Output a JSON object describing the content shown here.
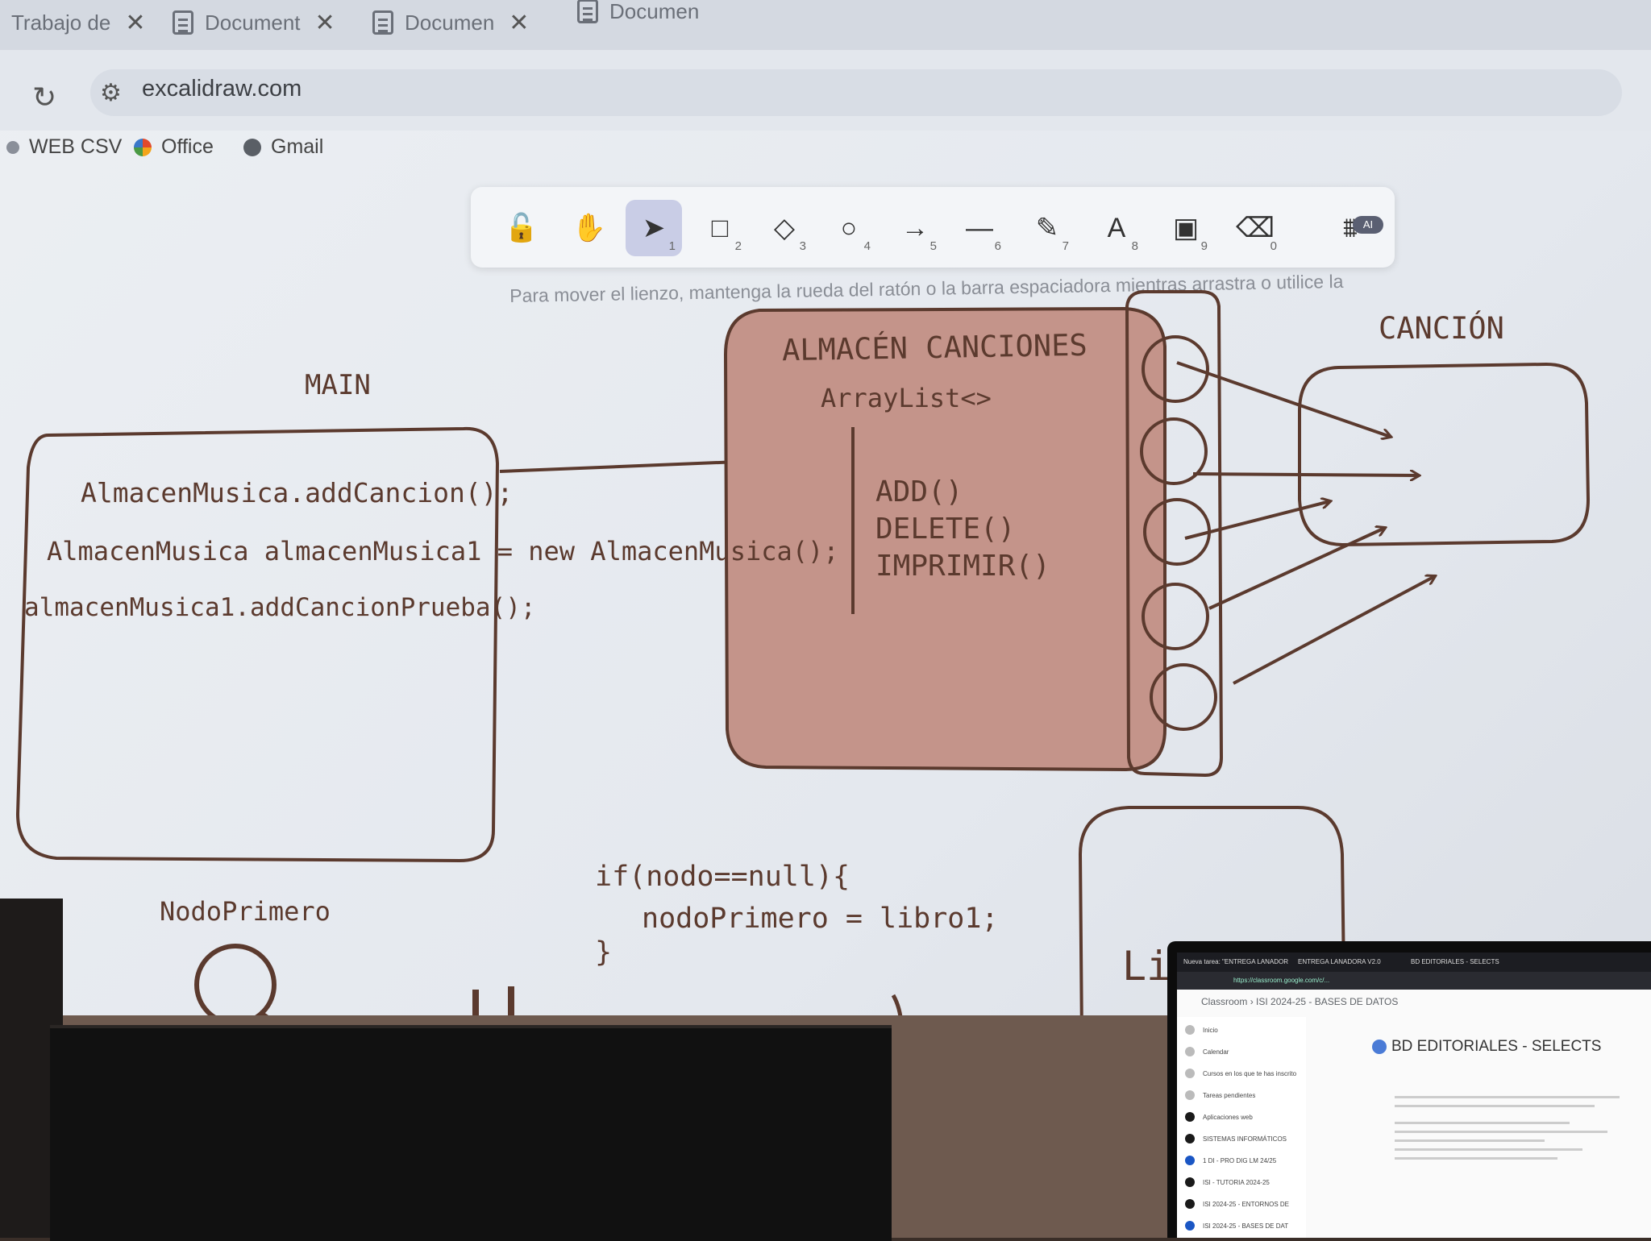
{
  "browser": {
    "tabs": [
      {
        "label": "Trabajo de"
      },
      {
        "label": "Document"
      },
      {
        "label": "Documen"
      },
      {
        "label": "Documen"
      }
    ],
    "url": "excalidraw.com",
    "bookmarks": [
      {
        "label": "WEB CSV"
      },
      {
        "label": "Office"
      },
      {
        "label": "Gmail"
      }
    ]
  },
  "toolbar": {
    "tools": [
      {
        "name": "lock",
        "glyph": "🔓",
        "key": ""
      },
      {
        "name": "hand",
        "glyph": "✋",
        "key": ""
      },
      {
        "name": "selection",
        "glyph": "➤",
        "key": "1"
      },
      {
        "name": "rectangle",
        "glyph": "□",
        "key": "2"
      },
      {
        "name": "diamond",
        "glyph": "◇",
        "key": "3"
      },
      {
        "name": "ellipse",
        "glyph": "○",
        "key": "4"
      },
      {
        "name": "arrow",
        "glyph": "→",
        "key": "5"
      },
      {
        "name": "line",
        "glyph": "—",
        "key": "6"
      },
      {
        "name": "draw",
        "glyph": "✎",
        "key": "7"
      },
      {
        "name": "text",
        "glyph": "A",
        "key": "8"
      },
      {
        "name": "image",
        "glyph": "▣",
        "key": "9"
      },
      {
        "name": "eraser",
        "glyph": "⌫",
        "key": "0"
      },
      {
        "name": "more-shapes",
        "glyph": "⩩",
        "key": ""
      }
    ],
    "ai_badge": "AI",
    "hint": "Para mover el lienzo, mantenga la rueda del ratón o la barra espaciadora mientras arrastra o utilice la"
  },
  "canvas": {
    "main_title": "MAIN",
    "main_lines": [
      "AlmacenMusica.addCancion();",
      "AlmacenMusica almacenMusica1 = new AlmacenMusica();",
      "almacenMusica1.addCancionPrueba();"
    ],
    "store_title": "ALMACÉN CANCIONES",
    "store_subtitle": "ArrayList<>",
    "store_methods": [
      "ADD()",
      "DELETE()",
      "IMPRIMIR()"
    ],
    "song_title": "CANCIÓN",
    "node_label": "NodoPrimero",
    "code_lines": [
      "if(nodo==null){",
      "nodoPrimero = libro1;",
      "}"
    ],
    "partial_text": "Li",
    "colors": {
      "stroke": "#5b3a2e",
      "fill": "#c4948a"
    }
  },
  "laptop": {
    "tabs": [
      "Nueva tarea: \"ENTREGA LANADOR",
      "ENTREGA LANADORA V2.0",
      "BD EDITORIALES - SELECTS"
    ],
    "url": "https://classroom.google.com/c/...",
    "breadcrumb": [
      "Classroom",
      "ISI 2024-25 - BASES DE DATOS"
    ],
    "assignment_title": "BD EDITORIALES - SELECTS",
    "sidebar": [
      "Inicio",
      "Calendar",
      "Cursos en los que te has inscrito",
      "Tareas pendientes",
      "Aplicaciones web",
      "SISTEMAS INFORMÁTICOS",
      "1 DI - PRO DIG LM 24/25",
      "ISI - TUTORIA 2024-25",
      "ISI 2024-25 - ENTORNOS DE",
      "ISI 2024-25 - BASES DE DAT"
    ]
  }
}
